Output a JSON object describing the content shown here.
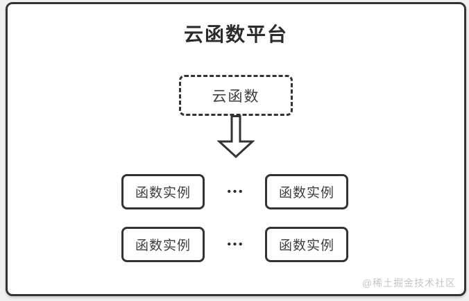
{
  "diagram": {
    "title": "云函数平台",
    "cloud_function_label": "云函数",
    "ellipsis": "•••",
    "instances": [
      "函数实例",
      "函数实例",
      "函数实例",
      "函数实例"
    ],
    "watermark": "@稀土掘金技术社区",
    "colors": {
      "border": "#333333",
      "title_text": "#2b2b2b",
      "node_text": "#3d3d3d",
      "watermark_text": "#c5c5c5",
      "card_background": "#ffffff",
      "page_background": "#f0f0f0"
    }
  }
}
